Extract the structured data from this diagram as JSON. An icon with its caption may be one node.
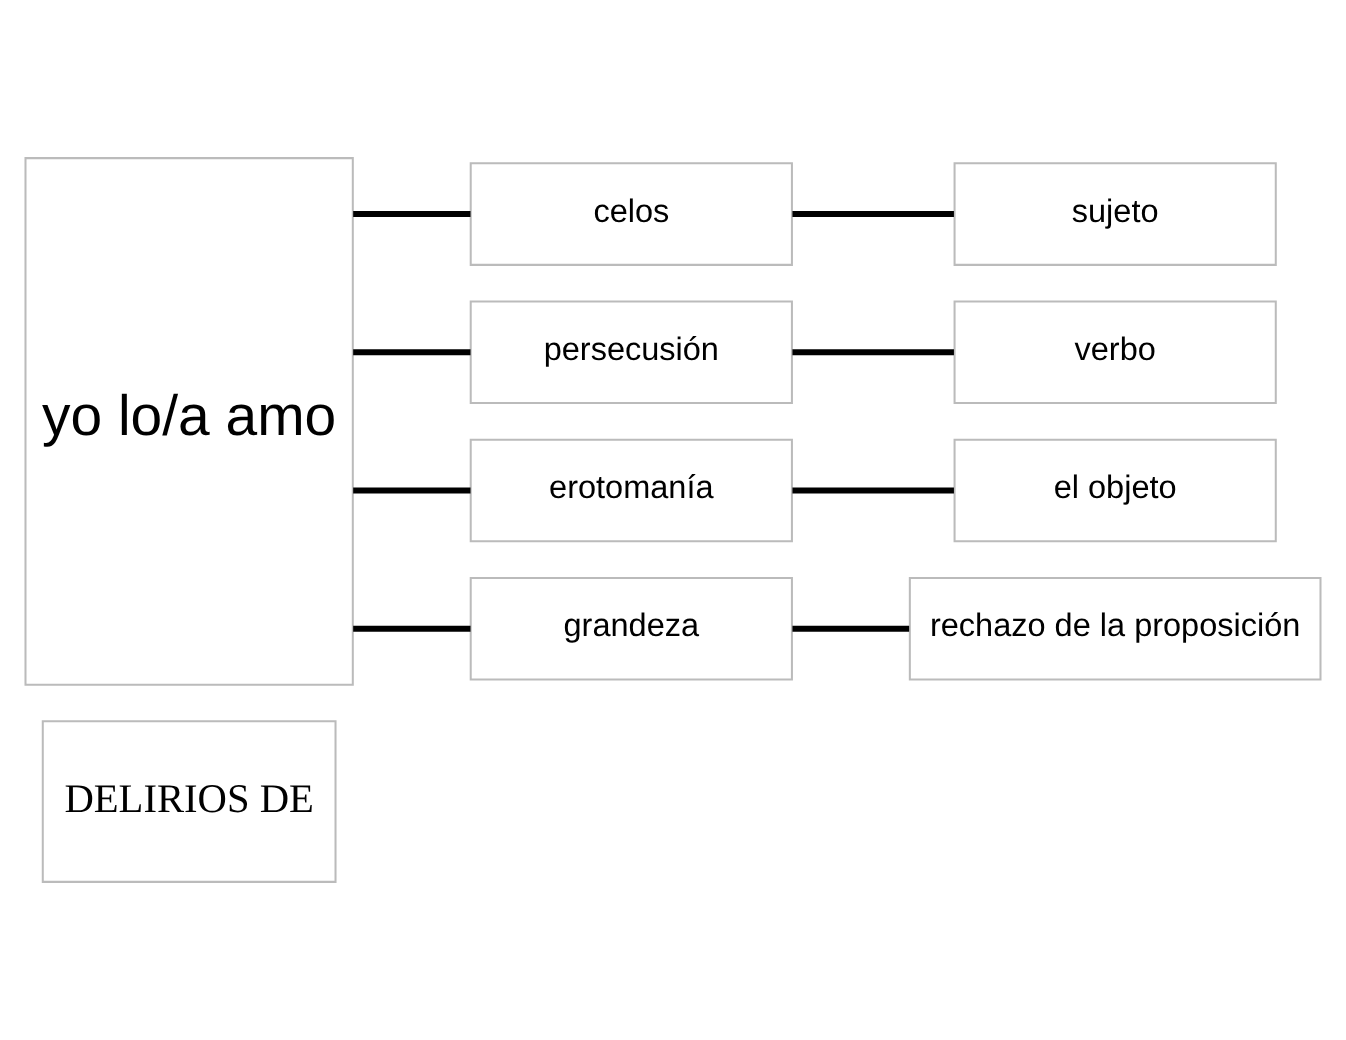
{
  "diagram": {
    "nodes": [
      {
        "text": [
          "DELIRIOS DE"
        ]
      },
      {
        "text": [
          "yo lo/a amo"
        ]
      },
      {
        "text": [
          "celos"
        ]
      },
      {
        "text": [
          "sujeto"
        ]
      },
      {
        "text": [
          "persecusión"
        ]
      },
      {
        "text": [
          "verbo"
        ]
      },
      {
        "text": [
          "erotomanía"
        ]
      },
      {
        "text": [
          "el objeto"
        ]
      },
      {
        "text": [
          "grandeza"
        ]
      },
      {
        "text": [
          "rechazo de la proposición"
        ]
      }
    ],
    "edges": [
      {
        "from": 1,
        "to": 2,
        "arrow": "none"
      },
      {
        "from": 1,
        "to": 4,
        "arrow": "none"
      },
      {
        "from": 1,
        "to": 6,
        "arrow": "none"
      },
      {
        "from": 1,
        "to": 8,
        "arrow": "none"
      },
      {
        "from": 2,
        "to": 3,
        "arrow": "none"
      },
      {
        "from": 4,
        "to": 5,
        "arrow": "none"
      },
      {
        "from": 6,
        "to": 7,
        "arrow": "none"
      },
      {
        "from": 8,
        "to": 9,
        "arrow": "none"
      }
    ]
  }
}
